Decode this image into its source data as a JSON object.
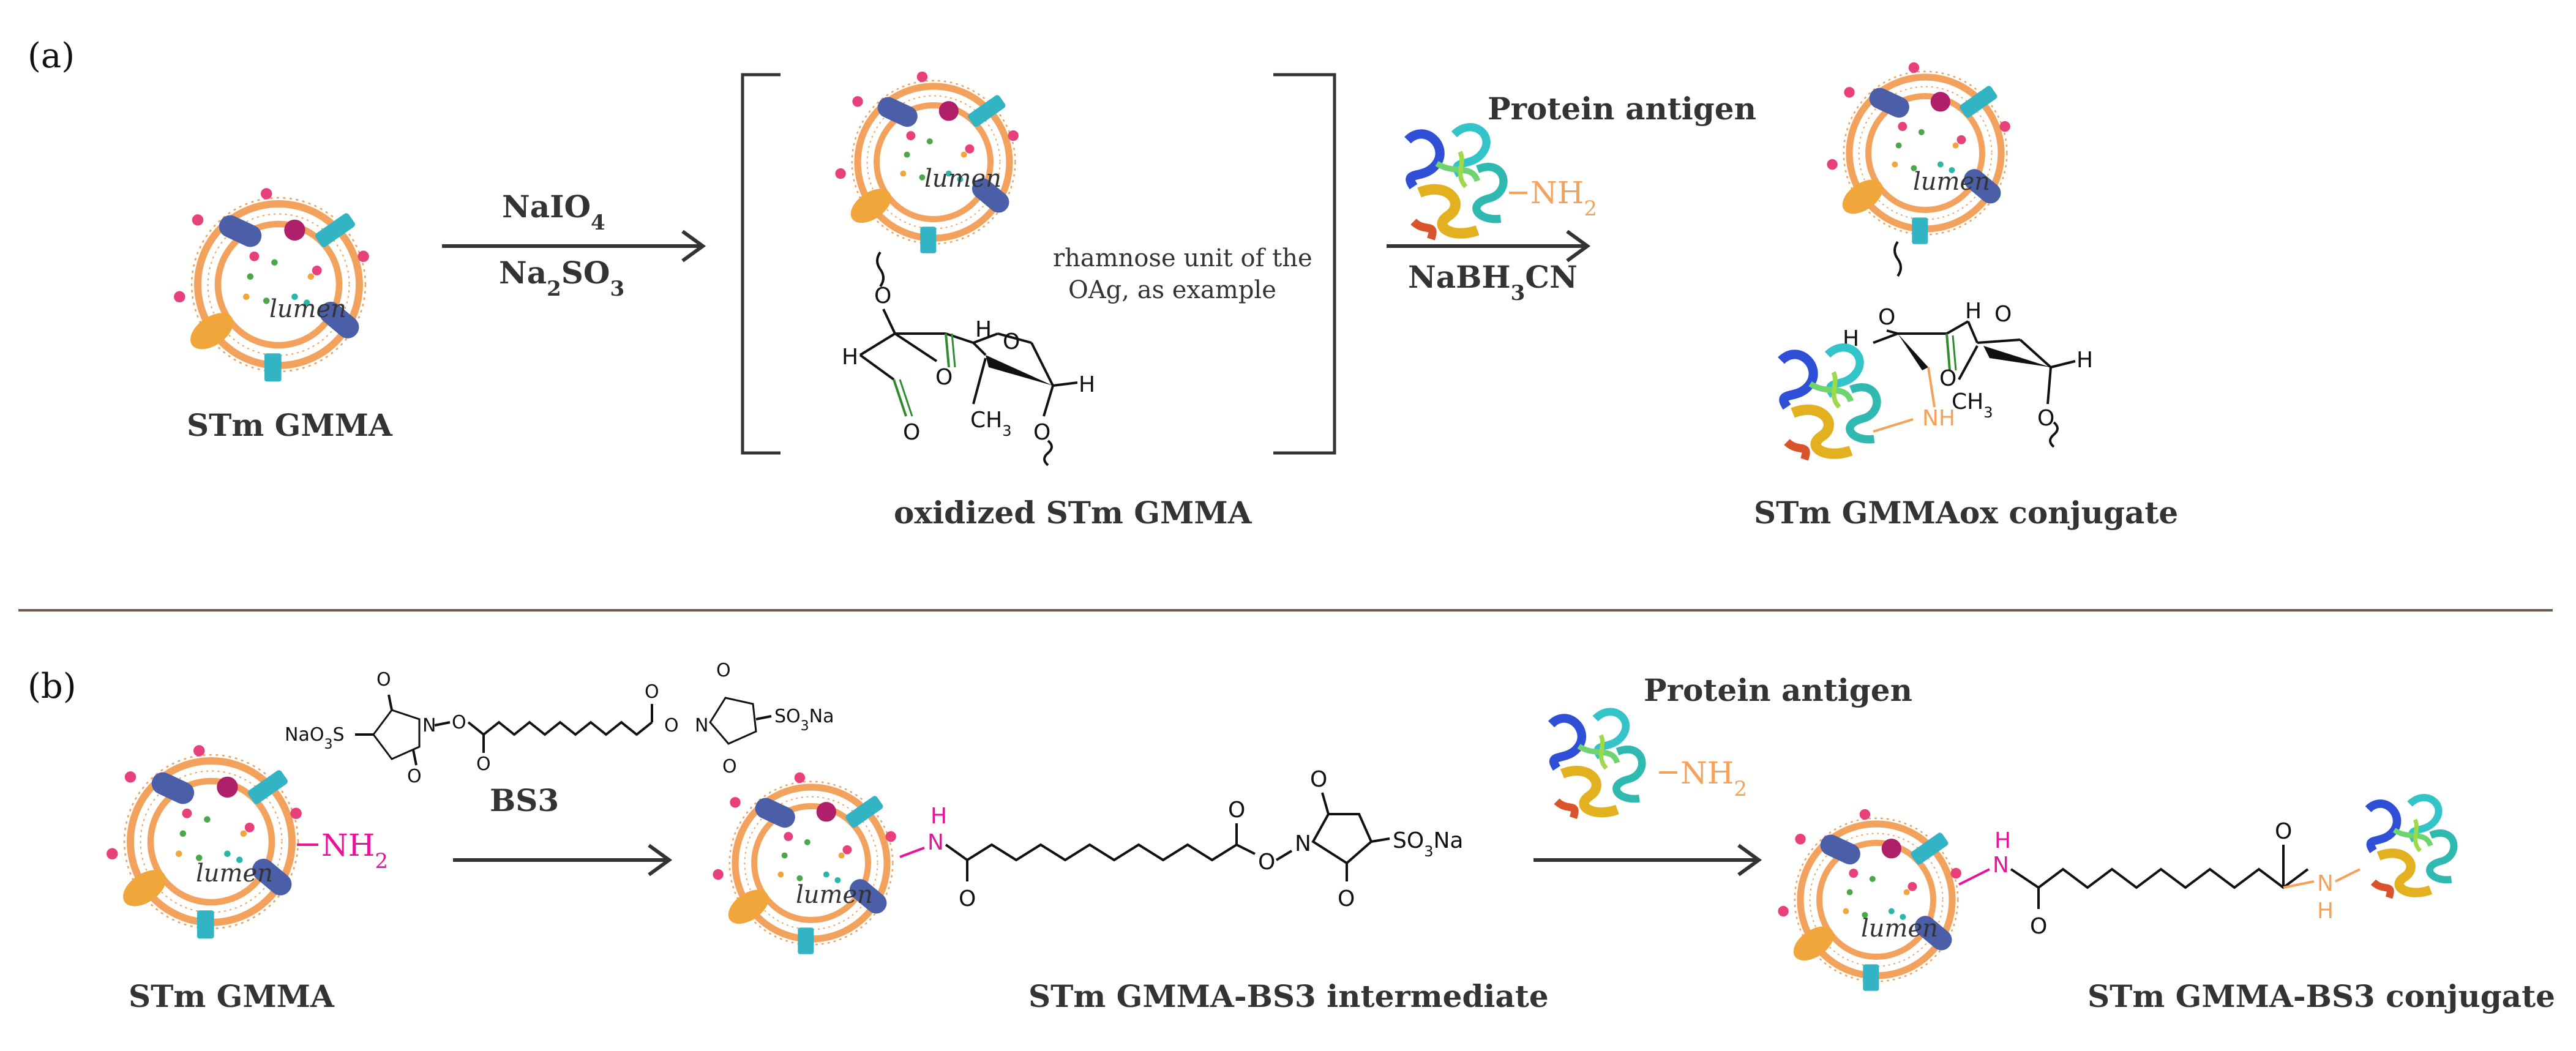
{
  "panels": {
    "a_label": "(a)",
    "b_label": "(b)"
  },
  "panel_a": {
    "reagent_1": "NaIO",
    "reagent_1_sub": "4",
    "reagent_2": "Na",
    "reagent_2_sub1": "2",
    "reagent_2_mid": "SO",
    "reagent_2_sub2": "3",
    "start_label": "STm GMMA",
    "intermediate_label": "oxidized STm GMMA",
    "note_line1": "rhamnose unit of the",
    "note_line2": "OAg, as example",
    "protein_title": "Protein antigen",
    "nh2_label": "NH",
    "nh2_sub": "2",
    "reducer": "NaBH",
    "reducer_sub": "3",
    "reducer_end": "CN",
    "product_label": "STm GMMAox conjugate",
    "atoms": {
      "O": "O",
      "H": "H",
      "CH3": "CH",
      "CH3_sub": "3",
      "NH": "NH"
    }
  },
  "panel_b": {
    "start_label": "STm GMMA",
    "nh2_label": "NH",
    "nh2_sub": "2",
    "bs3_label": "BS3",
    "so3na_left": "NaO",
    "so3na_left_sub": "3",
    "so3na_left_end": "S",
    "so3na_right": "SO",
    "so3na_right_sub": "3",
    "so3na_right_end": "Na",
    "intermediate_label": "STm GMMA-BS3 intermediate",
    "protein_title": "Protein antigen",
    "product_label": "STm GMMA-BS3 conjugate",
    "atoms": {
      "O": "O",
      "N": "N",
      "H": "H"
    }
  },
  "vesicle_text": "lumen",
  "colors": {
    "amine_pink": "#e8139a",
    "amine_orange": "#f4a15a",
    "aldehyde_green": "#2e8b2e",
    "membrane": "#f2a25c",
    "protein_blue": "#2f4fd6",
    "protein_cyan": "#33c4c9",
    "protein_yellow": "#e3b120",
    "divider": "#6b5a4e"
  },
  "icons": [
    "vesicle-icon",
    "protein-structure-icon",
    "reaction-arrow-icon"
  ]
}
